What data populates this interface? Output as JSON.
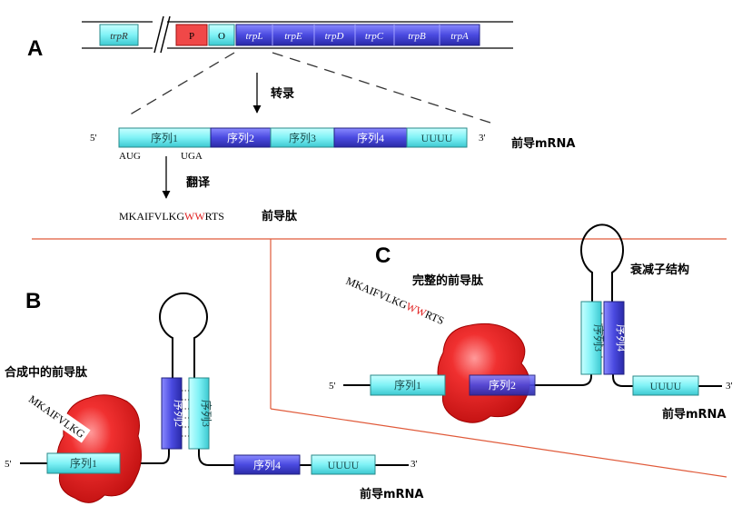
{
  "colors": {
    "cyan": "#80ffff",
    "blue": "#4040d8",
    "red_promoter": "#f04040",
    "ribosome": "#ee2a2a",
    "highlight_red": "#e02020",
    "divider": "#e05a3a"
  },
  "panel_a": {
    "label": "A",
    "operon": {
      "genes": [
        "trpR",
        "P",
        "O",
        "trpL",
        "trpE",
        "trpD",
        "trpC",
        "trpB",
        "trpA"
      ]
    },
    "transcription_label": "转录",
    "mrna": {
      "five_prime": "5'",
      "three_prime": "3'",
      "segments": [
        "序列1",
        "序列2",
        "序列3",
        "序列4",
        "UUUU"
      ],
      "start_codon": "AUG",
      "stop_codon": "UGA",
      "label": "前导mRNA"
    },
    "translation_label": "翻译",
    "peptide": {
      "prefix": "MKAIFVLKG",
      "highlight": "WW",
      "suffix": "RTS",
      "label": "前导肽"
    }
  },
  "panel_b": {
    "label": "B",
    "title": "合成中的前导肽",
    "peptide": "MKAIFVLKG",
    "five_prime": "5'",
    "three_prime": "3'",
    "seq1": "序列1",
    "seq2": "序列2",
    "seq3": "序列3",
    "seq4": "序列4",
    "uuuu": "UUUU",
    "mrna_label": "前导mRNA"
  },
  "panel_c": {
    "label": "C",
    "title": "完整的前导肽",
    "attenuator_label": "衰减子结构",
    "peptide": {
      "prefix": "MKAIFVLKG",
      "highlight": "WW",
      "suffix": "RTS"
    },
    "five_prime": "5'",
    "three_prime": "3'",
    "seq1": "序列1",
    "seq2": "序列2",
    "seq3": "序列3",
    "seq4": "序列4",
    "uuuu": "UUUU",
    "mrna_label": "前导mRNA"
  }
}
